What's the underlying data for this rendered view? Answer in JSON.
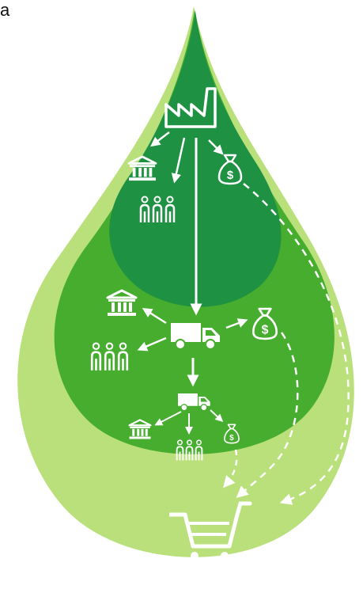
{
  "corner_label": "a",
  "colors": {
    "outer_drop": "#b9e07a",
    "middle_drop": "#46ad2e",
    "inner_drop": "#1e9142",
    "icon": "#ffffff",
    "text": "#111111"
  },
  "diagram": {
    "levels": [
      {
        "id": "inner",
        "icons": [
          "factory-icon",
          "government-icon",
          "workers-icon",
          "money-bag-icon"
        ]
      },
      {
        "id": "middle",
        "icons": [
          "truck-icon",
          "government-icon",
          "workers-icon",
          "money-bag-icon"
        ]
      },
      {
        "id": "lower",
        "icons": [
          "truck-icon",
          "government-icon",
          "workers-icon",
          "money-bag-icon"
        ]
      }
    ],
    "destination_icon": "shopping-cart-icon"
  }
}
